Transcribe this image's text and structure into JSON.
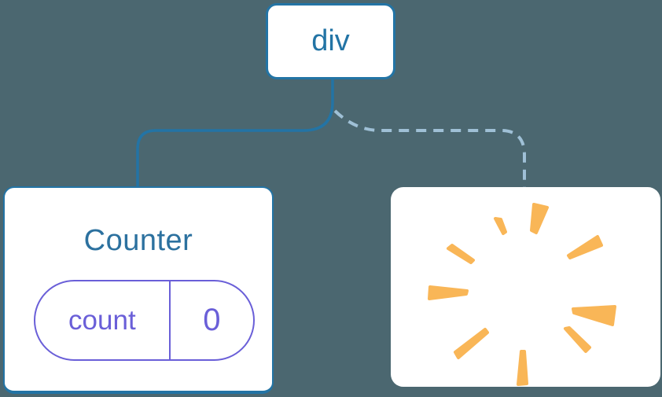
{
  "diagram": {
    "description": "React component tree: div root keeps Counter child with state, second child removed (poof)",
    "root": {
      "label": "div"
    },
    "children": [
      {
        "type": "component",
        "title": "Counter",
        "state": {
          "key": "count",
          "value": "0"
        },
        "connector": "solid"
      },
      {
        "type": "removed",
        "icon": "poof-starburst-icon",
        "connector": "dashed"
      }
    ]
  },
  "colors": {
    "bg": "#4b6770",
    "blue": "#2374a5",
    "title_blue": "#2c719f",
    "purple": "#6a5fd8",
    "orange": "#f9b657",
    "dash_blue": "#9fc0d6",
    "card_bg": "#ffffff"
  }
}
